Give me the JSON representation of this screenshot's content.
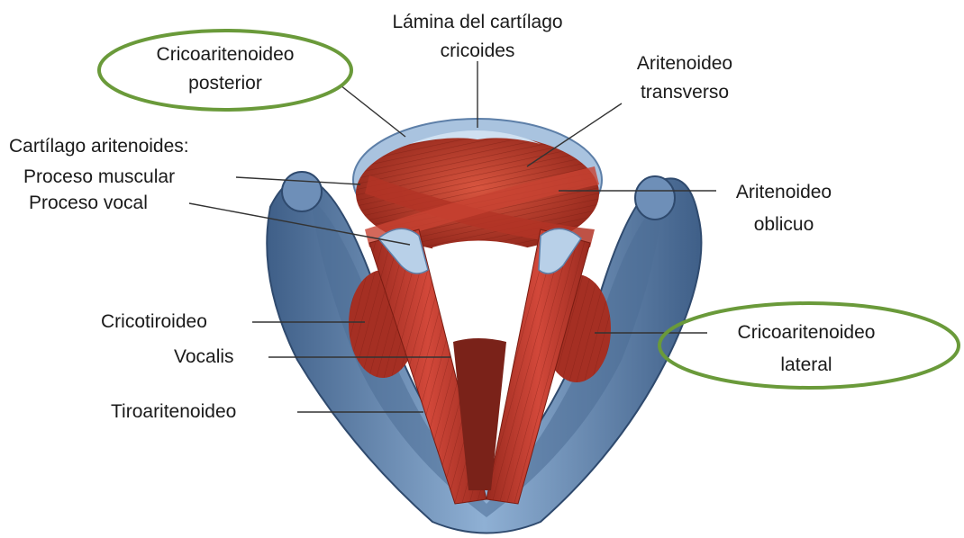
{
  "labels": {
    "lamina_line1": "Lámina del cartílago",
    "lamina_line2": "cricoides",
    "cricoaritenoideo_posterior_line1": "Cricoaritenoideo",
    "cricoaritenoideo_posterior_line2": "posterior",
    "aritenoideo_transverso_line1": "Aritenoideo",
    "aritenoideo_transverso_line2": "transverso",
    "cartilago_aritenoides": "Cartílago aritenoides:",
    "proceso_muscular": "Proceso muscular",
    "proceso_vocal": "Proceso vocal",
    "aritenoideo_oblicuo_line1": "Aritenoideo",
    "aritenoideo_oblicuo_line2": "oblicuo",
    "cricotiroideo": "Cricotiroideo",
    "vocalis": "Vocalis",
    "tiroaritenoideo": "Tiroaritenoideo",
    "cricoaritenoideo_lateral_line1": "Cricoaritenoideo",
    "cricoaritenoideo_lateral_line2": "lateral"
  },
  "colors": {
    "highlight_ellipse": "#6a9a3a",
    "cartilage": "#5d7fa8",
    "cartilage_light": "#a9c3df",
    "muscle": "#c23a2c",
    "muscle_dark": "#8e2419",
    "leader_line": "#333333"
  }
}
